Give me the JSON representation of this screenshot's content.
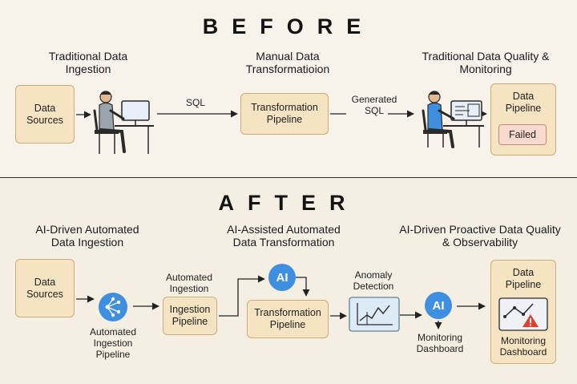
{
  "before": {
    "title": "BEFORE",
    "col1_title": "Traditional Data Ingestion",
    "col2_title": "Manual Data Transformatioion",
    "col3_title": "Traditional Data Quality & Monitoring",
    "data_sources": "Data Sources",
    "sql_label": "SQL",
    "transformation_pipeline": "Transformation Pipeline",
    "generated_sql": "Generated SQL",
    "data_pipeline": "Data Pipeline",
    "failed": "Failed"
  },
  "after": {
    "title": "AFTER",
    "col1_title": "AI-Driven Automated Data Ingestion",
    "col2_title": "AI-Assisted Automated Data Transformation",
    "col3_title": "AI-Driven Proactive Data Quality & Observability",
    "data_sources": "Data Sources",
    "automated_ingestion_pipeline": "Automated Ingestion Pipeline",
    "automated_ingestion": "Automated Ingestion",
    "ingestion_pipeline": "Ingestion Pipeline",
    "ai_badge_1": "AI",
    "transformation_pipeline": "Transformation Pipeline",
    "anomaly_detection": "Anomaly Detection",
    "ai_badge_2": "AI",
    "monitoring_dashboard_label": "Monitoring Dashboard",
    "data_pipeline": "Data Pipeline",
    "monitoring_dashboard": "Monitoring Dashboard"
  },
  "colors": {
    "box_fill": "#f5e3c1",
    "ai_blue": "#3f8fe0",
    "failed_fill": "#f7d9cf",
    "warning_red": "#d9432f"
  }
}
